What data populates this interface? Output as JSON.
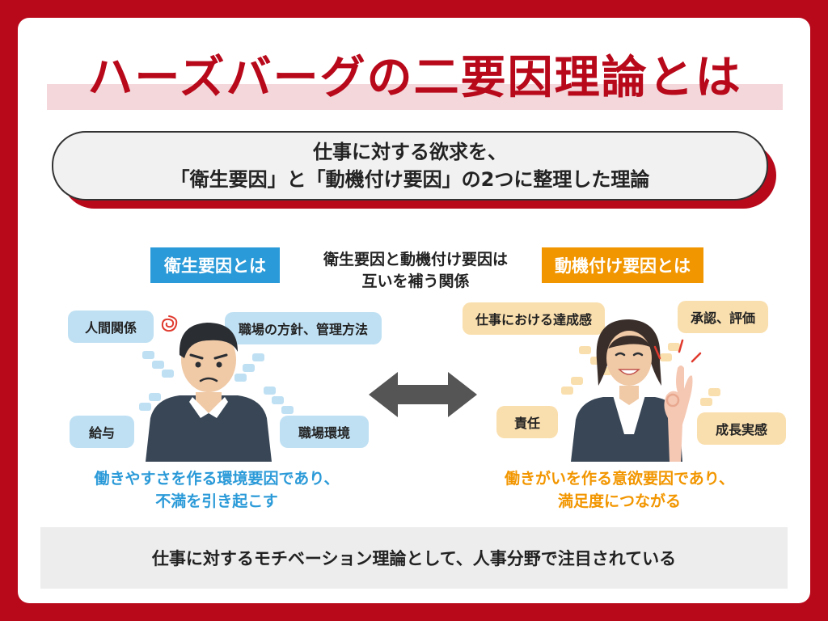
{
  "title": "ハーズバーグの二要因理論とは",
  "summary": {
    "line1": "仕事に対する欲求を、",
    "line2": "「衛生要因」と「動機付け要因」の2つに整理した理論"
  },
  "center": {
    "line1": "衛生要因と動機付け要因は",
    "line2": "互いを補う関係"
  },
  "hygiene": {
    "label": "衛生要因とは",
    "bubbles": [
      "人間関係",
      "職場の方針、管理方法",
      "給与",
      "職場環境"
    ],
    "desc_line1": "働きやすさを作る環境要因であり、",
    "desc_line2": "不満を引き起こす"
  },
  "motivator": {
    "label": "動機付け要因とは",
    "bubbles": [
      "仕事における達成感",
      "承認、評価",
      "責任",
      "成長実感"
    ],
    "desc_line1": "働きがいを作る意欲要因であり、",
    "desc_line2": "満足度につながる"
  },
  "footer": "仕事に対するモチベーション理論として、人事分野で注目されている",
  "colors": {
    "brand_red": "#b8091b",
    "hygiene_blue": "#2b9ad8",
    "motivator_orange": "#f29600",
    "bubble_blue": "#bfe0f3",
    "bubble_orange": "#fadfae"
  }
}
